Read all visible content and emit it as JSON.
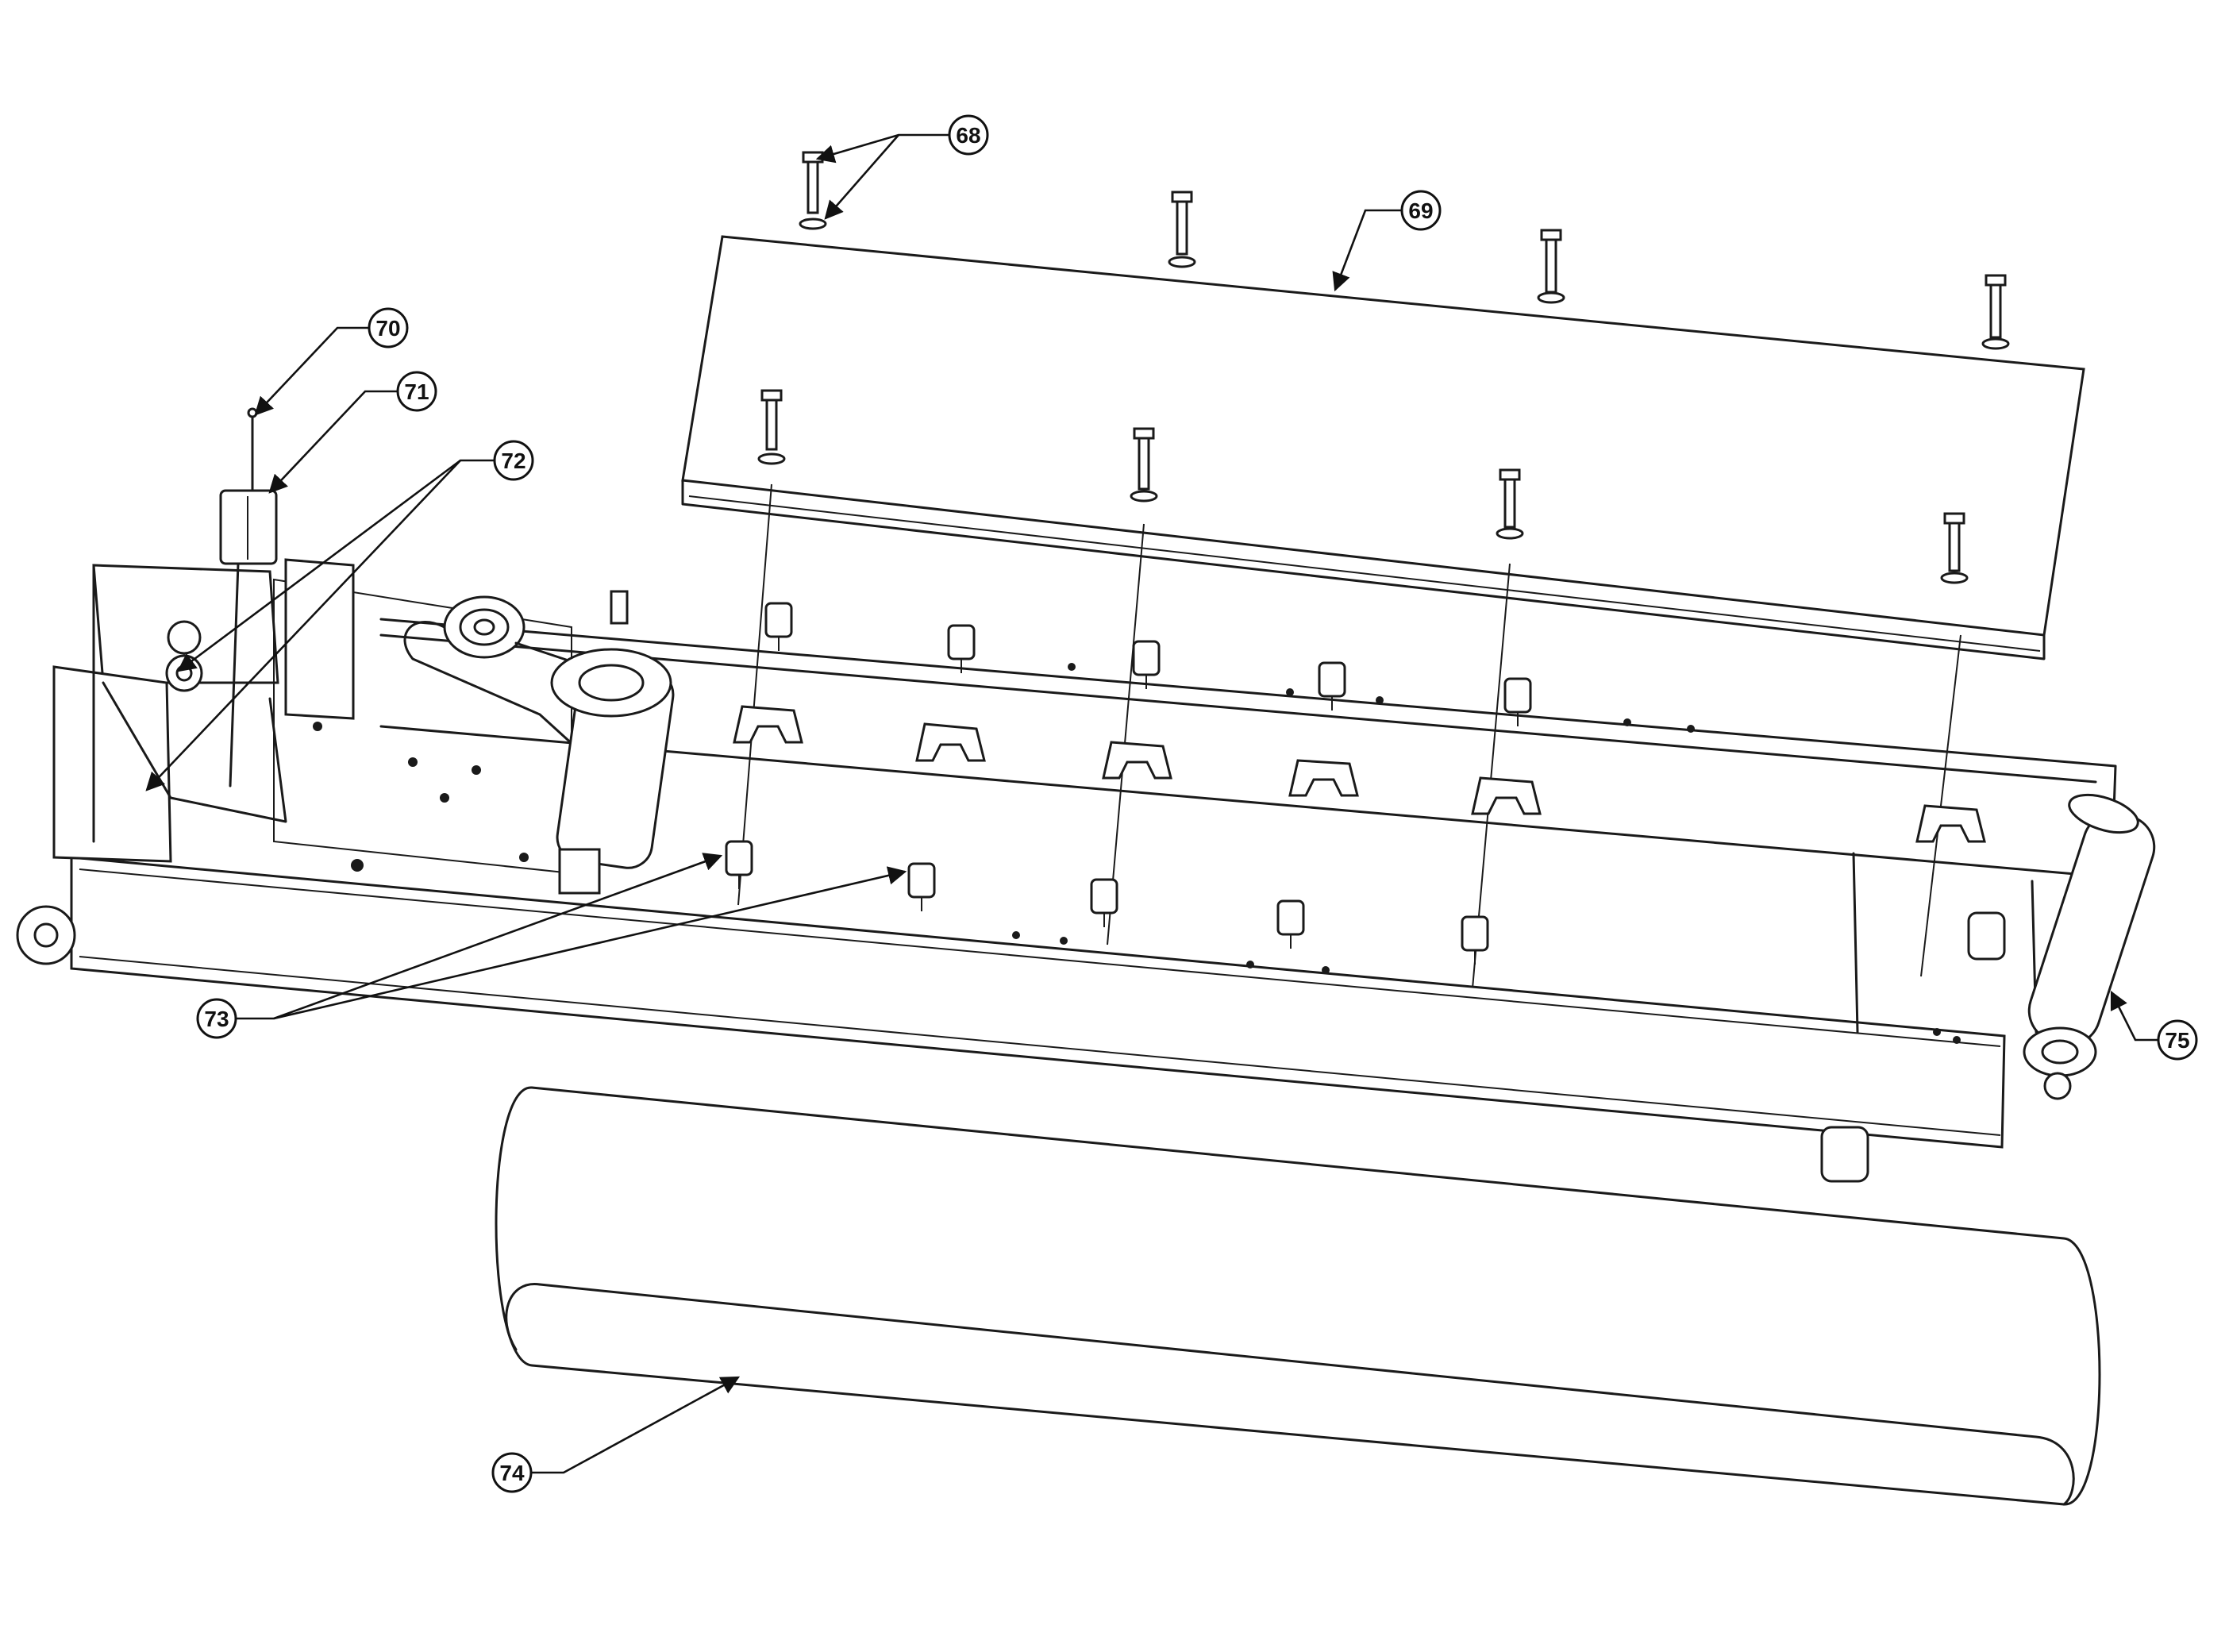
{
  "callouts": [
    {
      "id": "68",
      "label": "68"
    },
    {
      "id": "69",
      "label": "69"
    },
    {
      "id": "70",
      "label": "70"
    },
    {
      "id": "71",
      "label": "71"
    },
    {
      "id": "72",
      "label": "72"
    },
    {
      "id": "73",
      "label": "73"
    },
    {
      "id": "74",
      "label": "74"
    },
    {
      "id": "75",
      "label": "75"
    }
  ]
}
